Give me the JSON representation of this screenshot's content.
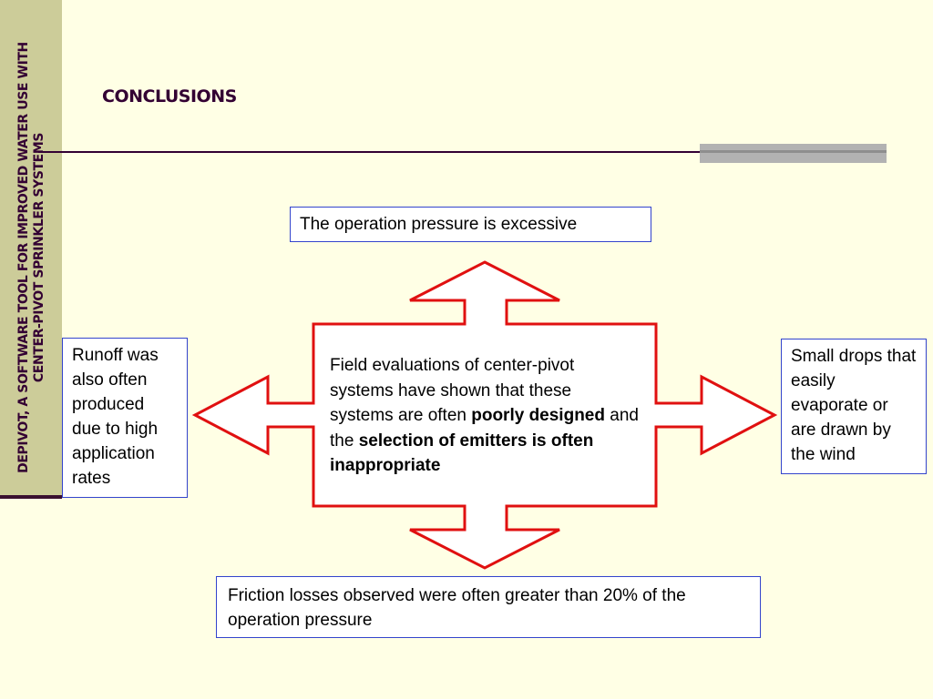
{
  "sidebar": {
    "line1": "DEPIVOT, A SOFTWARE TOOL FOR IMPROVED WATER USE WITH",
    "line2": "CENTER-PIVOT SPRINKLER SYSTEMS"
  },
  "slide": {
    "title": "CONCLUSIONS"
  },
  "diagram": {
    "center": {
      "text_a": "Field evaluations of center-pivot systems have shown that these systems are often ",
      "bold_a": "poorly designed",
      "text_b": " and the ",
      "bold_b": "selection of emitters is often inappropriate"
    },
    "top_box": "The operation pressure is excessive",
    "left_box": "Runoff was also often produced due to high application rates",
    "right_box": "Small drops that easily evaporate or are drawn by the wind",
    "bottom_box": "Friction losses observed were often greater than 20% of the operation pressure"
  },
  "colors": {
    "background": "#FFFFE5",
    "sidebar": "#CCCC99",
    "title": "#330033",
    "arrow_stroke": "#E01010",
    "box_border": "#3344CC"
  }
}
